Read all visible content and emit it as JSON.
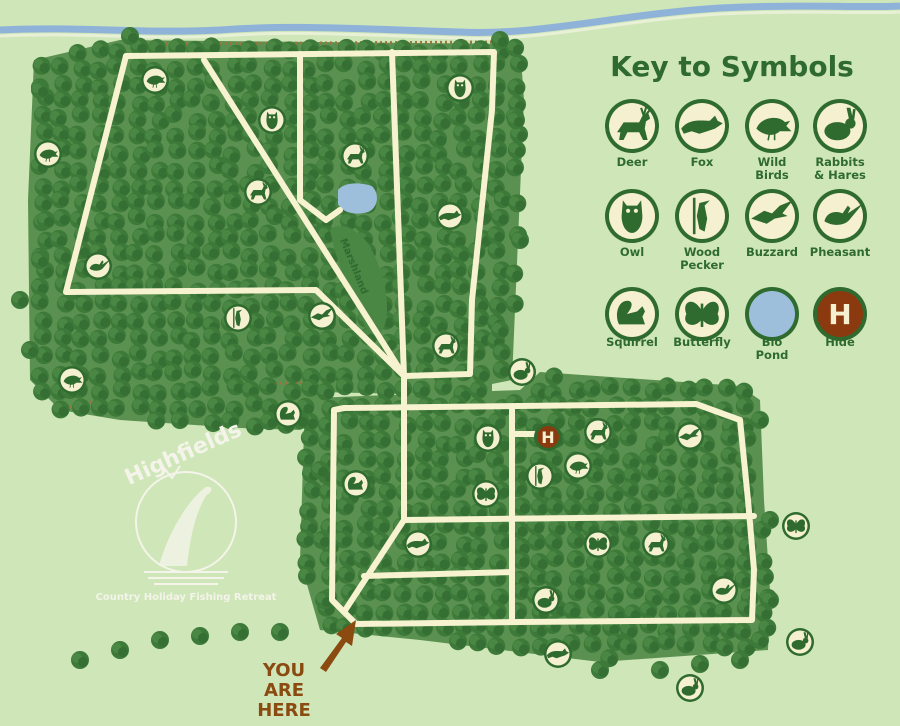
{
  "key": {
    "title": "Key to Symbols",
    "items": [
      {
        "id": "deer",
        "icon": "deer-icon",
        "lines": [
          "Deer"
        ]
      },
      {
        "id": "fox",
        "icon": "fox-icon",
        "lines": [
          "Fox"
        ]
      },
      {
        "id": "wild-birds",
        "icon": "wild-bird-icon",
        "lines": [
          "Wild",
          "Birds"
        ]
      },
      {
        "id": "rabbits",
        "icon": "rabbit-icon",
        "lines": [
          "Rabbits",
          "& Hares"
        ]
      },
      {
        "id": "owl",
        "icon": "owl-icon",
        "lines": [
          "Owl"
        ]
      },
      {
        "id": "woodpecker",
        "icon": "woodpecker-icon",
        "lines": [
          "Wood",
          "Pecker"
        ]
      },
      {
        "id": "buzzard",
        "icon": "buzzard-icon",
        "lines": [
          "Buzzard"
        ]
      },
      {
        "id": "pheasant",
        "icon": "pheasant-icon",
        "lines": [
          "Pheasant"
        ]
      },
      {
        "id": "squirrel",
        "icon": "squirrel-icon",
        "lines": [
          "Squirrel"
        ]
      },
      {
        "id": "butterfly",
        "icon": "butterfly-icon",
        "lines": [
          "Butterfly"
        ]
      },
      {
        "id": "bio-pond",
        "icon": "bio-pond-icon",
        "lines": [
          "Bio",
          "Pond"
        ]
      },
      {
        "id": "hide",
        "icon": "hide-icon",
        "lines": [
          "Hide"
        ],
        "symbol": "H"
      }
    ]
  },
  "map": {
    "marshland_label": "Marshland",
    "hide_symbol": "H",
    "you_are_here": [
      "YOU",
      "ARE",
      "HERE"
    ]
  },
  "logo": {
    "name": "Highfields",
    "tagline": "Country Holiday Fishing Retreat"
  },
  "colors": {
    "field": "#cfe6b8",
    "wood": "#5b9150",
    "tree": "#3d7a39",
    "tree_dark": "#2e6a2f",
    "path": "#f7f2d0",
    "icon_ring": "#2f6b2f",
    "icon_fill": "#f5f0d0",
    "hide": "#8a3a0e",
    "pond": "#9dbfdc",
    "river": "#8fb3d8",
    "hedge": "#9b7440",
    "arrow": "#8a4a10",
    "key_text": "#2f6b2f",
    "logo": "#f4f4ea"
  }
}
